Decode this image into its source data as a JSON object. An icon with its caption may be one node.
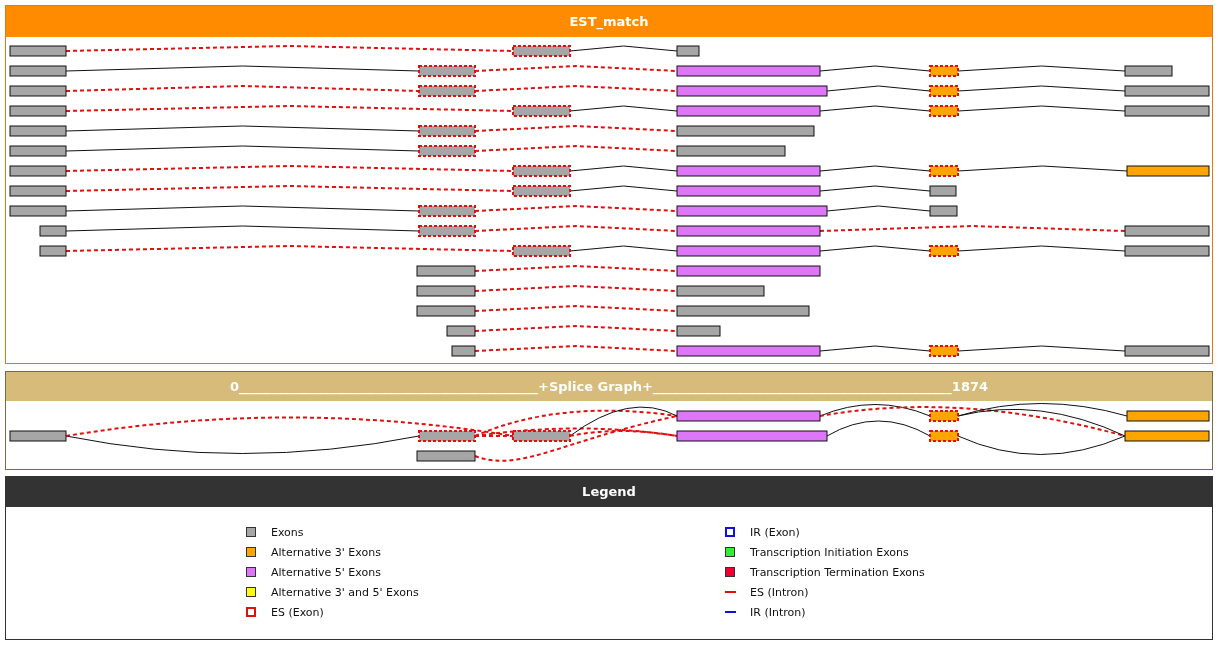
{
  "diagram": {
    "nodes": [
      {
        "text": [
          "EST_match"
        ]
      },
      {
        "text": [
          "0______________________________________________+Splice Graph+______________________________________________1874"
        ]
      },
      {
        "text": [
          "Legend"
        ]
      }
    ],
    "legend": [
      {
        "text": "Exons",
        "color": "#a6a6a6"
      },
      {
        "text": "Alternative 3' Exons",
        "color": "#ffa500"
      },
      {
        "text": "Alternative 5' Exons",
        "color": "#dd77f7"
      },
      {
        "text": "Alternative 3' and 5' Exons",
        "color": "#ffff00"
      },
      {
        "text": "ES (Exon)"
      },
      {
        "text": "IR (Exon)"
      },
      {
        "text": "Transcription Initiation Exons",
        "color": "#33ee33"
      },
      {
        "text": "Transcription Termination Exons",
        "color": "#ee0033"
      },
      {
        "text": "ES (Intron)"
      },
      {
        "text": "IR (Intron)"
      }
    ]
  }
}
